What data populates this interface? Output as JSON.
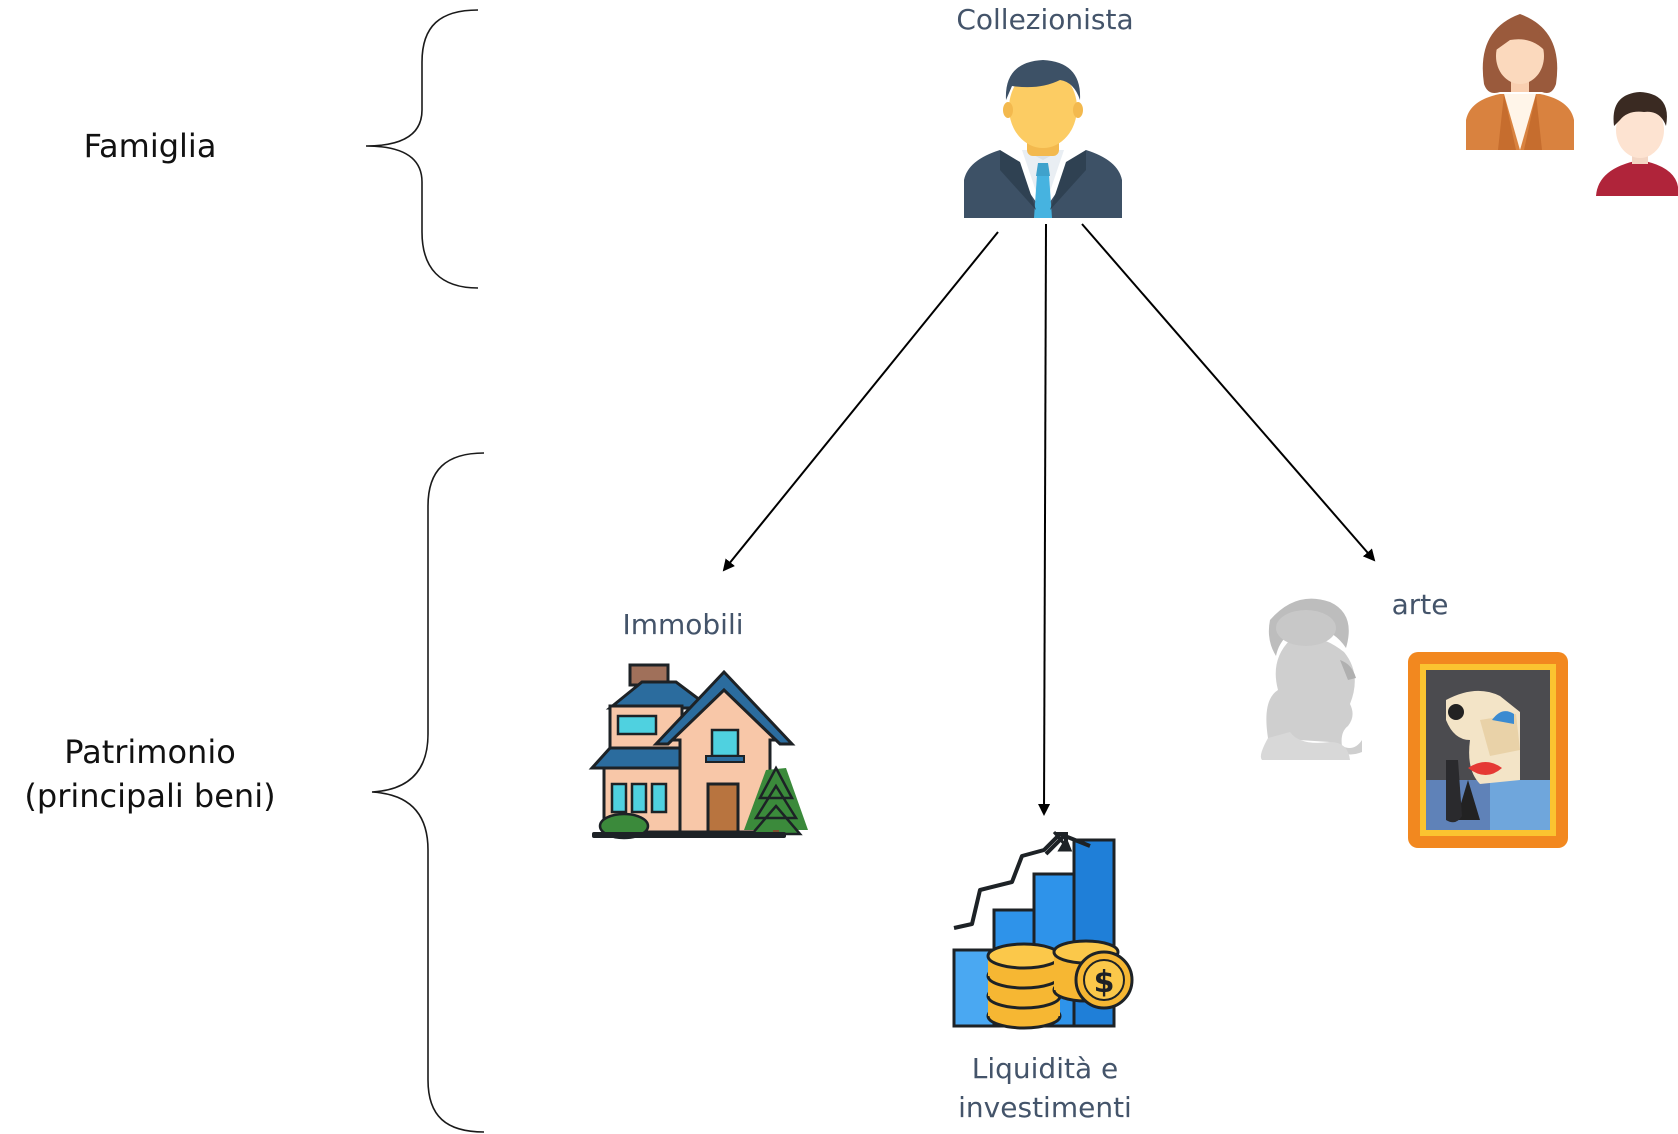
{
  "labels": {
    "famiglia": "Famiglia",
    "patrimonio_line1": "Patrimonio",
    "patrimonio_line2": "(principali beni)"
  },
  "nodes": {
    "collector": "Collezionista",
    "real_estate": "Immobili",
    "liquidity_line1": "Liquidità e",
    "liquidity_line2": "investimenti",
    "art": "arte"
  },
  "icons": {
    "collector": "businessman-icon",
    "family_woman": "woman-icon",
    "family_child": "child-icon",
    "real_estate": "house-icon",
    "liquidity": "growth-chart-coins-icon",
    "art_sculpture": "classical-bust-icon",
    "art_painting": "framed-painting-icon"
  },
  "colors": {
    "side_label": "#111111",
    "node_label": "#44546a",
    "lines": "#000000"
  }
}
